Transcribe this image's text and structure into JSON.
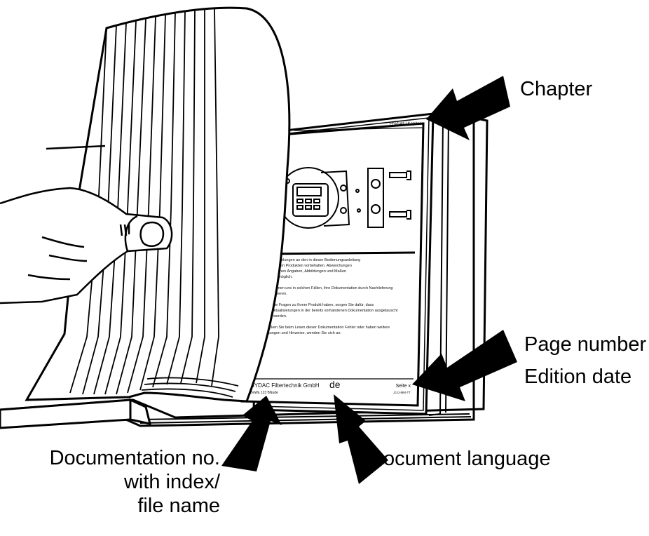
{
  "callouts": {
    "chapter": "Chapter",
    "page_number": "Page number",
    "edition_date": "Edition date",
    "doc_no_line1": "Documentation no.",
    "doc_no_line2": "with index/",
    "doc_no_line3": "file name",
    "document_language": "Document language"
  },
  "page": {
    "header": "Produkt / Kapitel",
    "footer_company": "HYDAC Filtertechnik GmbH",
    "footer_docno": "BeWa 123 BNude",
    "footer_lang": "de",
    "footer_page": "Seite x",
    "footer_date": "JJJJ-MM-TT",
    "para1_line1": "Weiterentwicklungen an den in dieser Bedienungsanleitung",
    "para1_line2": "beschriebenen Produkten vorbehalten. Abweichungen",
    "para1_line3": "bei technischen Angaben, Abbildungen und Maßen",
    "para1_line4": "sind daher möglich.",
    "para2_line1": "Wir berechnen uns in solchen Fällen, ihre Dokumentation durch Nachlieferung",
    "para2_line2": "zu aktualisieren.",
    "para3_line1": "Sollten Sie Fragen zu Ihrem Produkt haben, sorgen Sie dafür, dass",
    "para3_line2": "solche Aktualisierungen in der bereits vorhandenen Dokumentation ausgetauscht",
    "para3_line3": "ergänzt werden.",
    "para4_line1": "Entdecken Sie beim Lesen dieser Dokumentation Fehler oder haben weitere",
    "para4_line2": "Anregungen und Hinweise, wenden Sie sich an:"
  },
  "icons": {
    "arrows": "filled-black-arrow",
    "device": "electronic-controller-illustration",
    "hand": "holding-hand-illustration"
  }
}
